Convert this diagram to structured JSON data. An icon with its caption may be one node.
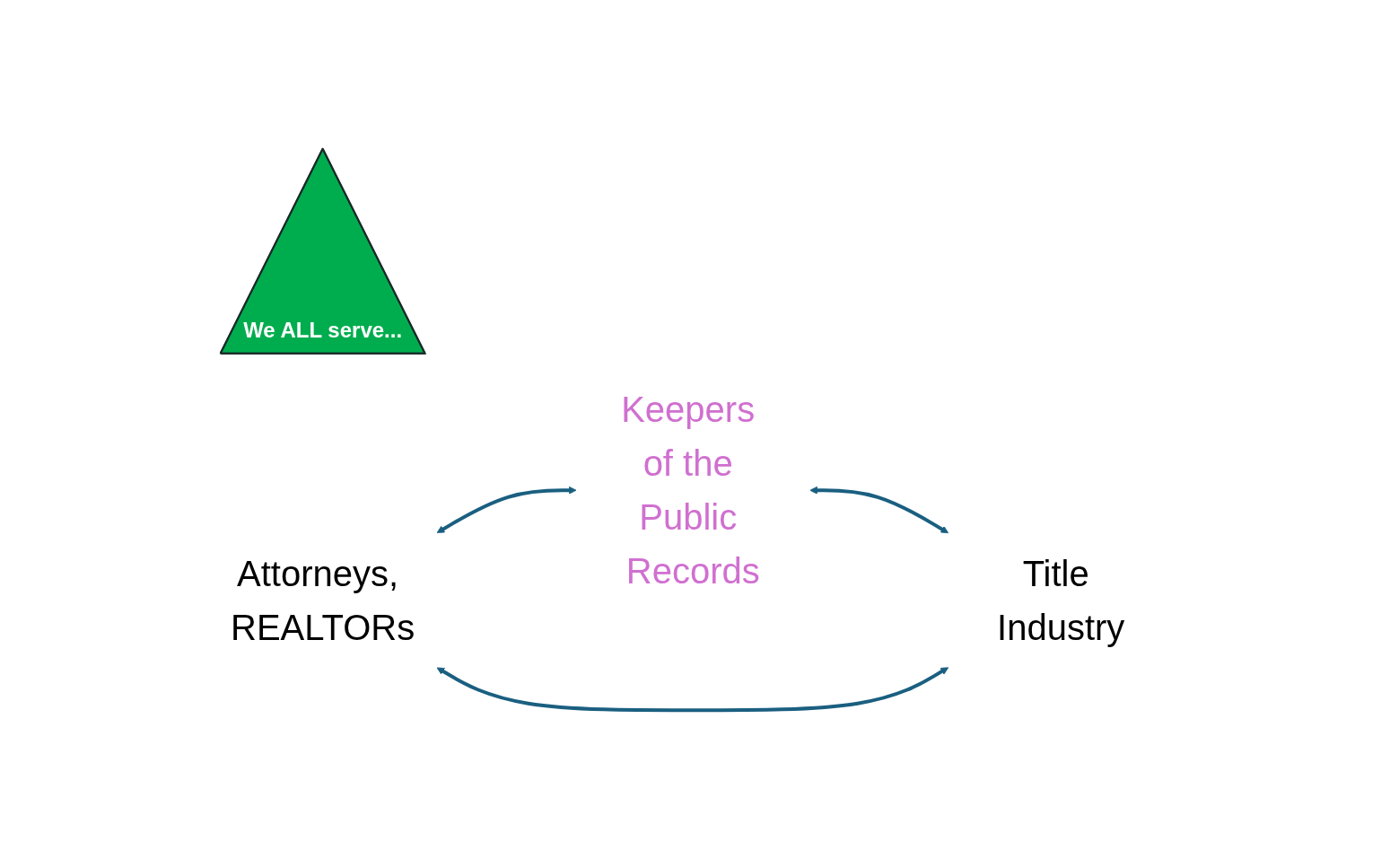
{
  "diagram": {
    "nodes": [
      {
        "text": [
          "Keepers of the Public Records"
        ]
      },
      {
        "text": [
          "We ALL serve..."
        ]
      },
      {
        "text": [
          "Attorneys, REALTORs"
        ]
      },
      {
        "text": [
          "Title Industry"
        ]
      }
    ],
    "edges": [
      {
        "from": 2,
        "to": 0,
        "arrow": "both"
      },
      {
        "from": 0,
        "to": 3,
        "arrow": "both"
      },
      {
        "from": 2,
        "to": 3,
        "arrow": "both"
      }
    ]
  }
}
